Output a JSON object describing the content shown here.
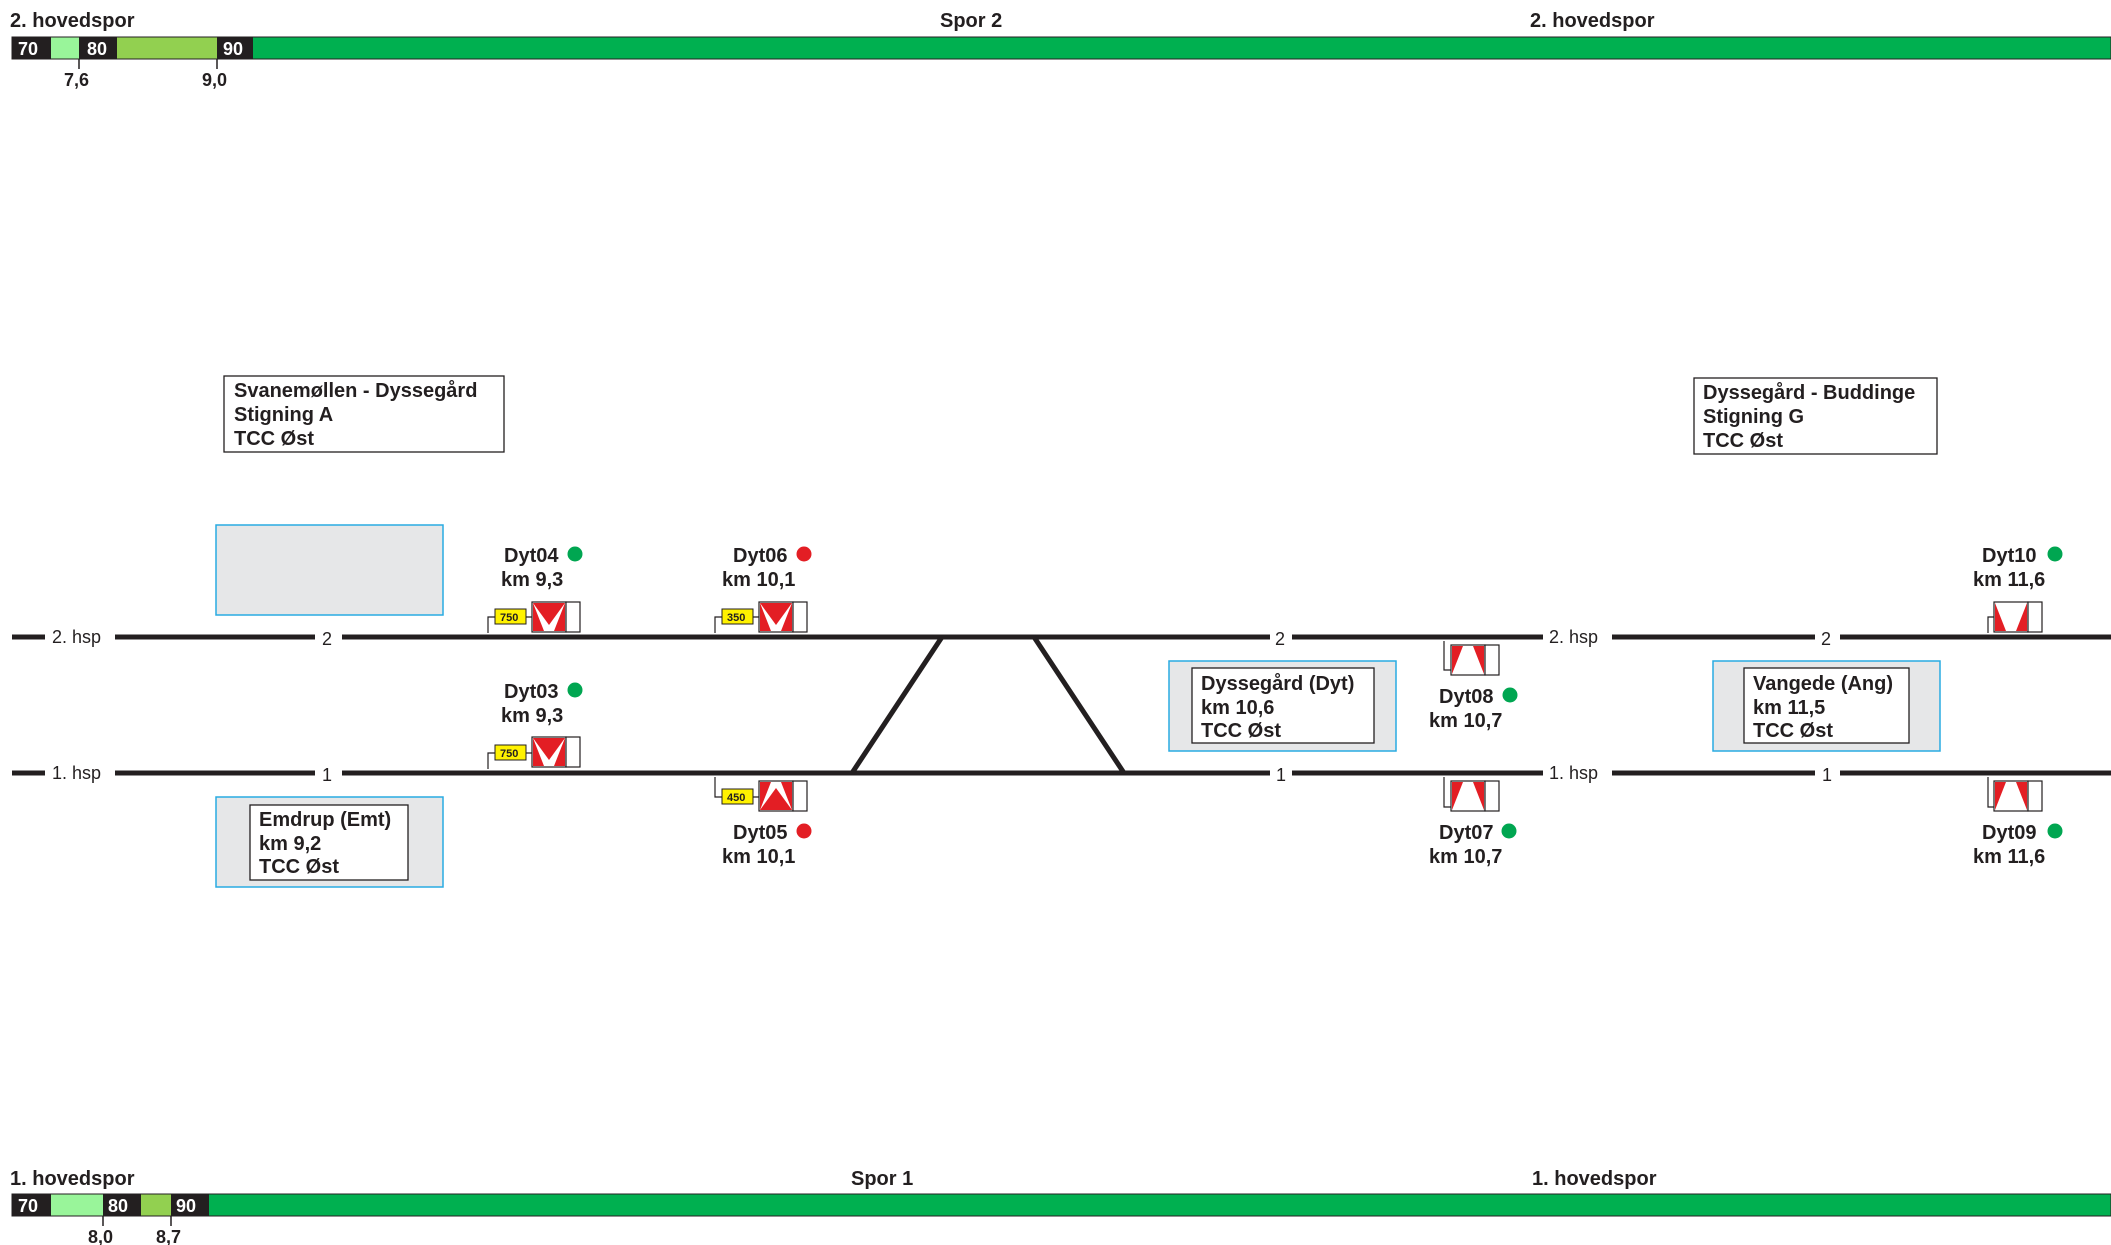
{
  "speed_bars": {
    "top": {
      "track_label": "2. hovedspor",
      "center_label": "Spor 2",
      "right_label": "2. hovedspor",
      "seg_70": "70",
      "seg_80": "80",
      "seg_90": "90",
      "km_a": "7,6",
      "km_b": "9,0"
    },
    "bottom": {
      "track_label": "1. hovedspor",
      "center_label": "Spor 1",
      "right_label": "1. hovedspor",
      "seg_70": "70",
      "seg_80": "80",
      "seg_90": "90",
      "km_a": "8,0",
      "km_b": "8,7"
    }
  },
  "info_boxes": {
    "section_a": {
      "line1": "Svanemøllen - Dyssegård",
      "line2": "Stigning A",
      "line3": "TCC Øst"
    },
    "section_g": {
      "line1": "Dyssegård - Buddinge",
      "line2": "Stigning G",
      "line3": "TCC Øst"
    }
  },
  "stations": {
    "emdrup": {
      "name": "Emdrup (Emt)",
      "km": "km 9,2",
      "tcc": "TCC Øst"
    },
    "dyssegaard": {
      "name": "Dyssegård (Dyt)",
      "km": "km 10,6",
      "tcc": "TCC Øst"
    },
    "vangede": {
      "name": "Vangede (Ang)",
      "km": "km 11,5",
      "tcc": "TCC Øst"
    }
  },
  "tracks": {
    "upper": {
      "hsp_label": "2. hsp",
      "number": "2"
    },
    "lower": {
      "hsp_label": "1. hsp",
      "number": "1"
    }
  },
  "signals": {
    "dyt04": {
      "id": "Dyt04",
      "km": "km 9,3",
      "status": "green",
      "tag": "750"
    },
    "dyt06": {
      "id": "Dyt06",
      "km": "km 10,1",
      "status": "red",
      "tag": "350"
    },
    "dyt03": {
      "id": "Dyt03",
      "km": "km 9,3",
      "status": "green",
      "tag": "750"
    },
    "dyt05": {
      "id": "Dyt05",
      "km": "km 10,1",
      "status": "red",
      "tag": "450"
    },
    "dyt08": {
      "id": "Dyt08",
      "km": "km 10,7",
      "status": "green"
    },
    "dyt07": {
      "id": "Dyt07",
      "km": "km 10,7",
      "status": "green"
    },
    "dyt10": {
      "id": "Dyt10",
      "km": "km 11,6",
      "status": "green"
    },
    "dyt09": {
      "id": "Dyt09",
      "km": "km 11,6",
      "status": "green"
    }
  },
  "colors": {
    "speed_70": "#231f20",
    "speed_80_light": "#99f59a",
    "speed_80_mid": "#92d050",
    "speed_90": "#00b050",
    "signal_green": "#00a651",
    "signal_red": "#e31e24",
    "station_border": "#29abe2",
    "tag_yellow": "#fff200"
  }
}
